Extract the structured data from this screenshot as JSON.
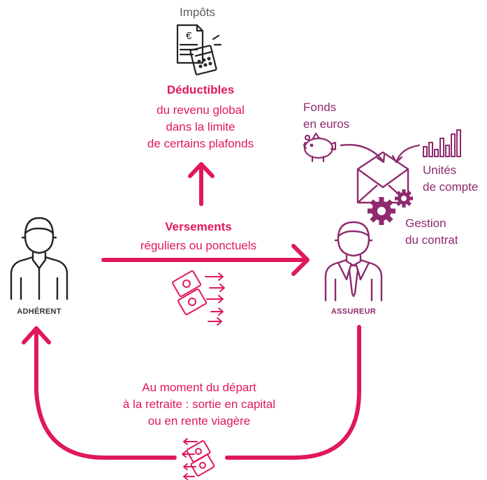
{
  "taxes": {
    "label": "Impôts",
    "icon": "tax-document-calculator-icon",
    "bold": "Déductibles",
    "lines": [
      "du revenu global",
      "dans la limite",
      "de certains plafonds"
    ]
  },
  "payments": {
    "bold": "Versements",
    "line": "réguliers ou ponctuels",
    "icon": "money-transfer-icon"
  },
  "member": {
    "label": "ADHÉRENT",
    "icon": "member-person-icon"
  },
  "insurer": {
    "label": "ASSUREUR",
    "icon": "insurer-person-icon"
  },
  "allocation": {
    "funds_lines": [
      "Fonds",
      "en euros"
    ],
    "units_lines": [
      "Unités",
      "de compte"
    ],
    "management_lines": [
      "Gestion",
      "du contrat"
    ],
    "icons": [
      "piggy-bank-icon",
      "bar-chart-icon",
      "envelope-icon",
      "gears-icon"
    ]
  },
  "exit": {
    "lines": [
      "Au moment du départ",
      "à la retraite : sortie en capital",
      "ou en rente viagère"
    ],
    "icon": "money-return-icon"
  },
  "colors": {
    "accent": "#e0185a",
    "secondary": "#8e2a6d",
    "icon_dark": "#222222",
    "text_gray": "#5d5d5d"
  }
}
